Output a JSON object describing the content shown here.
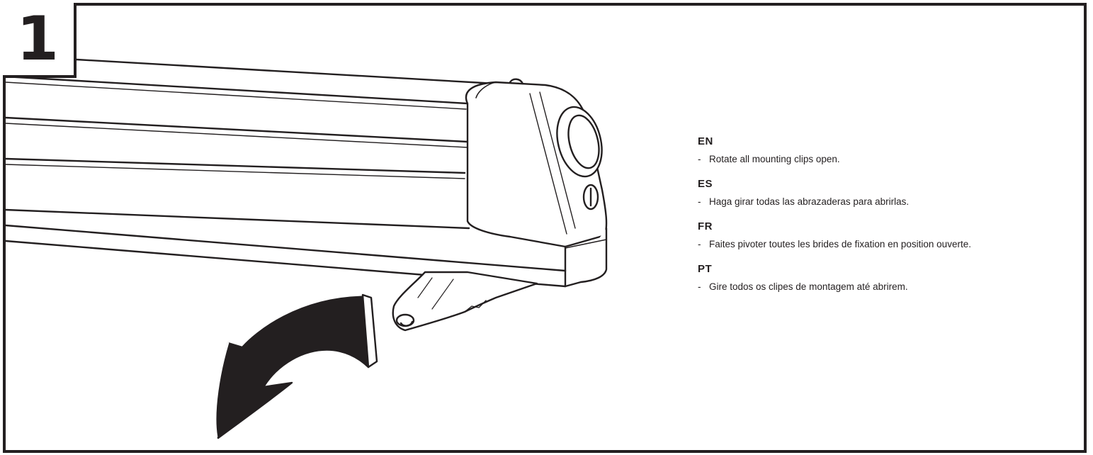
{
  "step": {
    "number": "1"
  },
  "instructions": [
    {
      "code": "EN",
      "dash": "-",
      "text": "Rotate all mounting clips open."
    },
    {
      "code": "ES",
      "dash": "-",
      "text": "Haga girar todas las abrazaderas para abrirlas."
    },
    {
      "code": "FR",
      "dash": "-",
      "text": "Faites pivoter toutes les brides de fixation en position ouverte."
    },
    {
      "code": "PT",
      "dash": "-",
      "text": "Gire todos os clipes de montagem até abrirem."
    }
  ],
  "illustration": {
    "subject": "ski-rack-end-cap-with-mounting-clip",
    "arrow": "rotate-open-arrow-icon"
  },
  "colors": {
    "ink": "#231f20",
    "background": "#ffffff"
  }
}
